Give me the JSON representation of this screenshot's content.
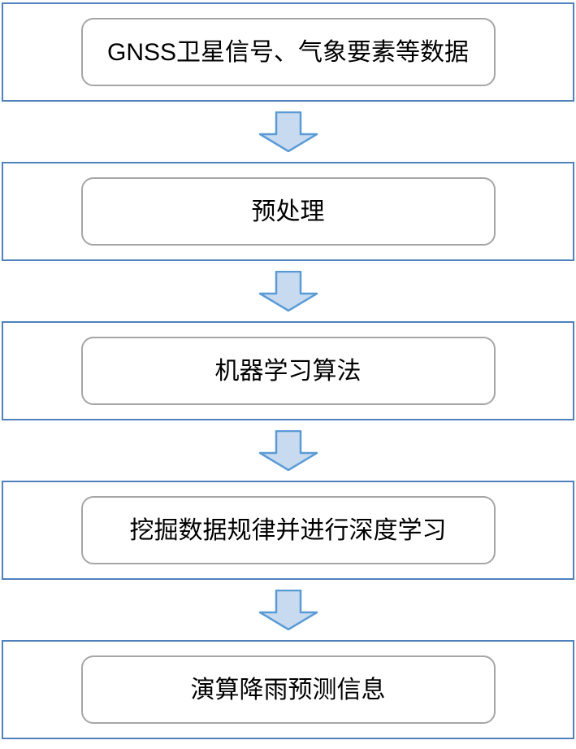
{
  "flowchart": {
    "direction": "top-down",
    "steps": [
      {
        "label": "GNSS卫星信号、气象要素等数据"
      },
      {
        "label": "预处理"
      },
      {
        "label": "机器学习算法"
      },
      {
        "label": "挖掘数据规律并进行深度学习"
      },
      {
        "label": "演算降雨预测信息"
      }
    ],
    "connector": "block-down-arrow",
    "colors": {
      "outer_border": "#4F81BD",
      "inner_border": "#A6A6A6",
      "arrow_fill": "#C7DAF0",
      "arrow_stroke": "#5B9BD5",
      "text": "#000000",
      "background": "#FFFFFF"
    }
  }
}
